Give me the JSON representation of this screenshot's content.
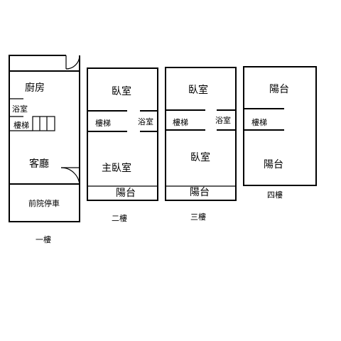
{
  "floors": [
    {
      "label": "一樓",
      "rooms": {
        "kitchen": "廚房",
        "bath": "浴室",
        "stairs": "樓梯",
        "living": "客廳",
        "parking": "前院停車"
      }
    },
    {
      "label": "二樓",
      "rooms": {
        "bedroom": "臥室",
        "stairs": "樓梯",
        "bath": "浴室",
        "master": "主臥室",
        "balcony": "陽台"
      }
    },
    {
      "label": "三樓",
      "rooms": {
        "bedroom1": "臥室",
        "stairs": "樓梯",
        "bath": "浴室",
        "bedroom2": "臥室",
        "balcony": "陽台"
      }
    },
    {
      "label": "四樓",
      "rooms": {
        "balcony1": "陽台",
        "stairs": "樓梯",
        "balcony2": "陽台"
      }
    }
  ]
}
